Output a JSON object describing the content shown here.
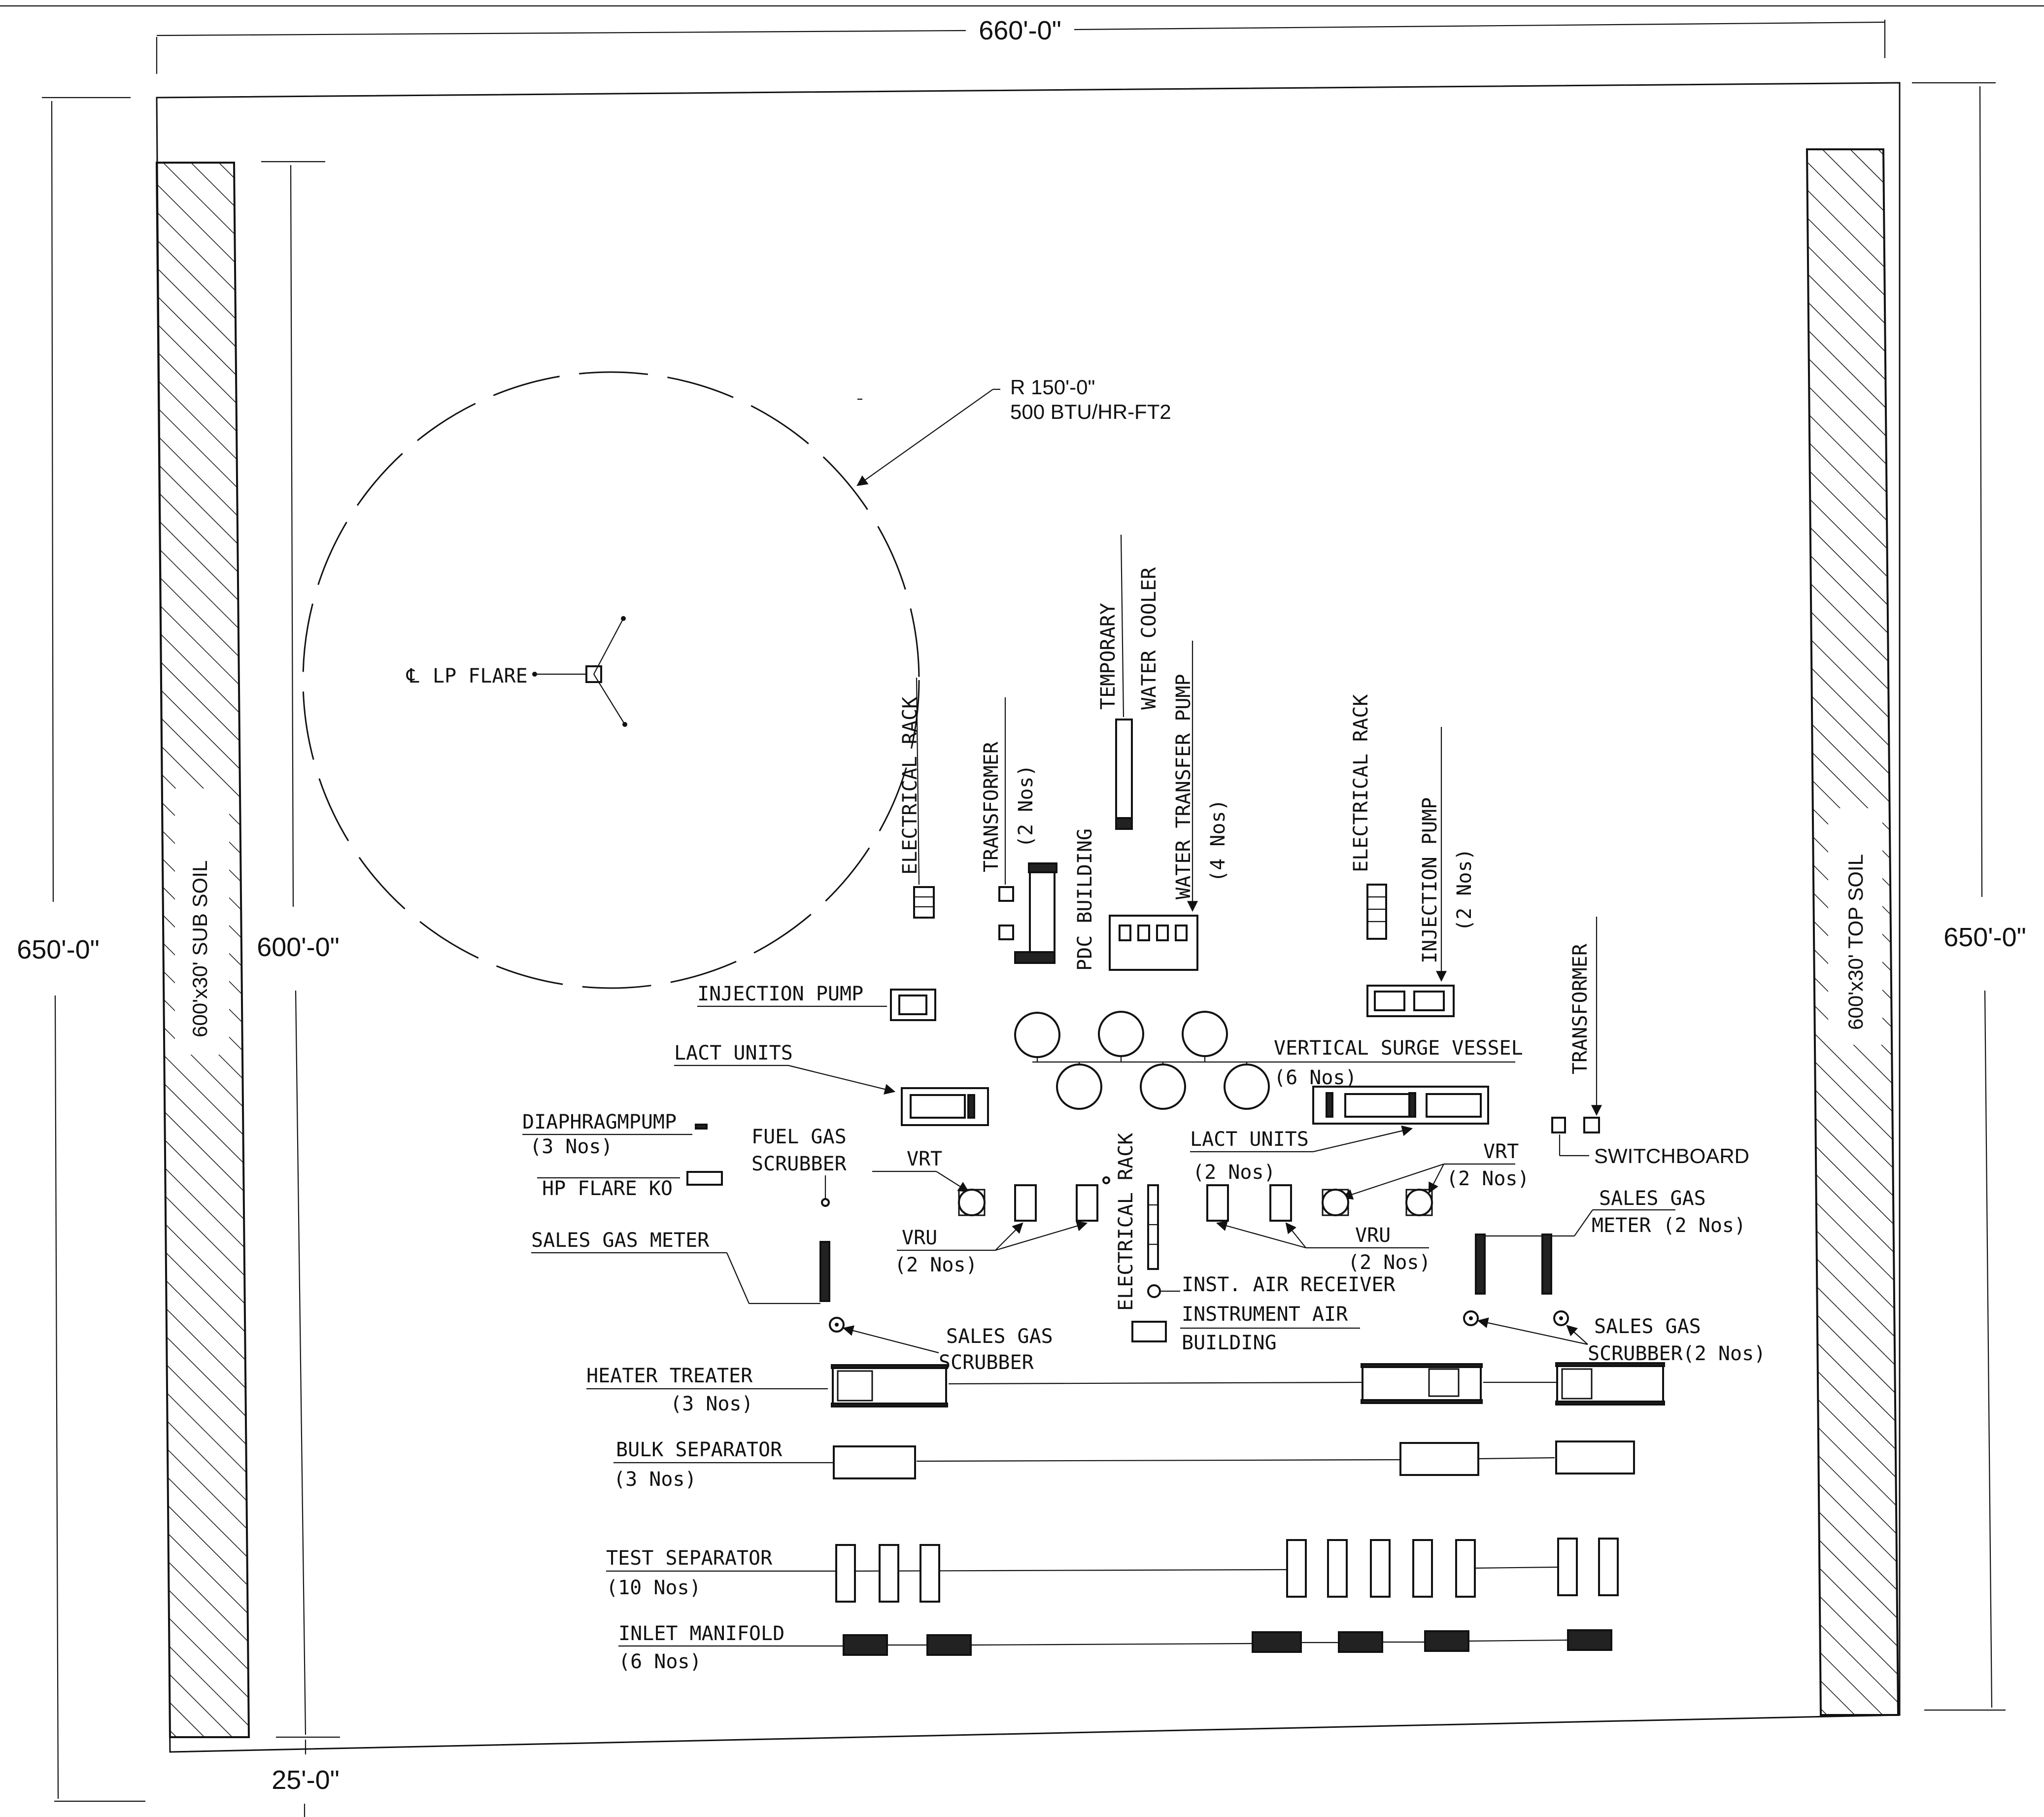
{
  "dimensions": {
    "top_width": "660'-0\"",
    "left_height": "650'-0\"",
    "right_height": "650'-0\"",
    "inner_height": "600'-0\"",
    "bottom_offset": "25'-0\""
  },
  "soil": {
    "left": "600'x30' SUB SOIL",
    "right": "600'x30' TOP SOIL"
  },
  "flare": {
    "radius_line1": "R 150'-0\"",
    "radius_line2": "500 BTU/HR-FT2",
    "lp_flare": "LP FLARE"
  },
  "labels": {
    "electrical_rack_1": "ELECTRICAL RACK",
    "transformer_1": "TRANSFORMER",
    "transformer_1_qty": "(2 Nos)",
    "pdc_building": "PDC BUILDING",
    "temporary": "TEMPORARY",
    "water_cooler": "WATER COOLER",
    "water_transfer_pump": "WATER TRANSFER PUMP",
    "water_transfer_pump_qty": "(4 Nos)",
    "electrical_rack_2": "ELECTRICAL RACK",
    "injection_pump_2": "INJECTION PUMP",
    "injection_pump_2_qty": "(2 Nos)",
    "transformer_2": "TRANSFORMER",
    "switchboard": "SWITCHBOARD",
    "injection_pump_1": "INJECTION PUMP",
    "lact_units_1": "LACT UNITS",
    "vertical_surge_vessel": "VERTICAL SURGE VESSEL",
    "vertical_surge_vessel_qty": "(6 Nos)",
    "diaphragm_pump": "DIAPHRAGMPUMP",
    "diaphragm_pump_qty": "(3 Nos)",
    "fuel_gas_1": "FUEL GAS",
    "fuel_gas_2": "SCRUBBER",
    "vrt_1": "VRT",
    "lact_units_2": "LACT UNITS",
    "lact_units_2_qty": "(2 Nos)",
    "vrt_2": "VRT",
    "vrt_2_qty": "(2 Nos)",
    "hp_flare_ko": "HP FLARE KO",
    "electrical_rack_3": "ELECTRICAL RACK",
    "sales_gas_meter_1": "SALES GAS METER",
    "vru_1": "VRU",
    "vru_1_qty": "(2 Nos)",
    "vru_2": "VRU",
    "vru_2_qty": "(2 Nos)",
    "sales_gas_meter_2a": "SALES GAS",
    "sales_gas_meter_2b": "METER (2 Nos)",
    "inst_air_receiver": "INST. AIR RECEIVER",
    "instrument_air_1": "INSTRUMENT AIR",
    "instrument_air_2": "BUILDING",
    "sales_gas_scrubber_1a": "SALES GAS",
    "sales_gas_scrubber_1b": "SCRUBBER",
    "sales_gas_scrubber_2a": "SALES GAS",
    "sales_gas_scrubber_2b": "SCRUBBER(2 Nos)",
    "heater_treater": "HEATER TREATER",
    "heater_treater_qty": "(3 Nos)",
    "bulk_separator": "BULK SEPARATOR",
    "bulk_separator_qty": "(3 Nos)",
    "test_separator": "TEST SEPARATOR",
    "test_separator_qty": "(10 Nos)",
    "inlet_manifold": "INLET MANIFOLD",
    "inlet_manifold_qty": "(6 Nos)"
  }
}
